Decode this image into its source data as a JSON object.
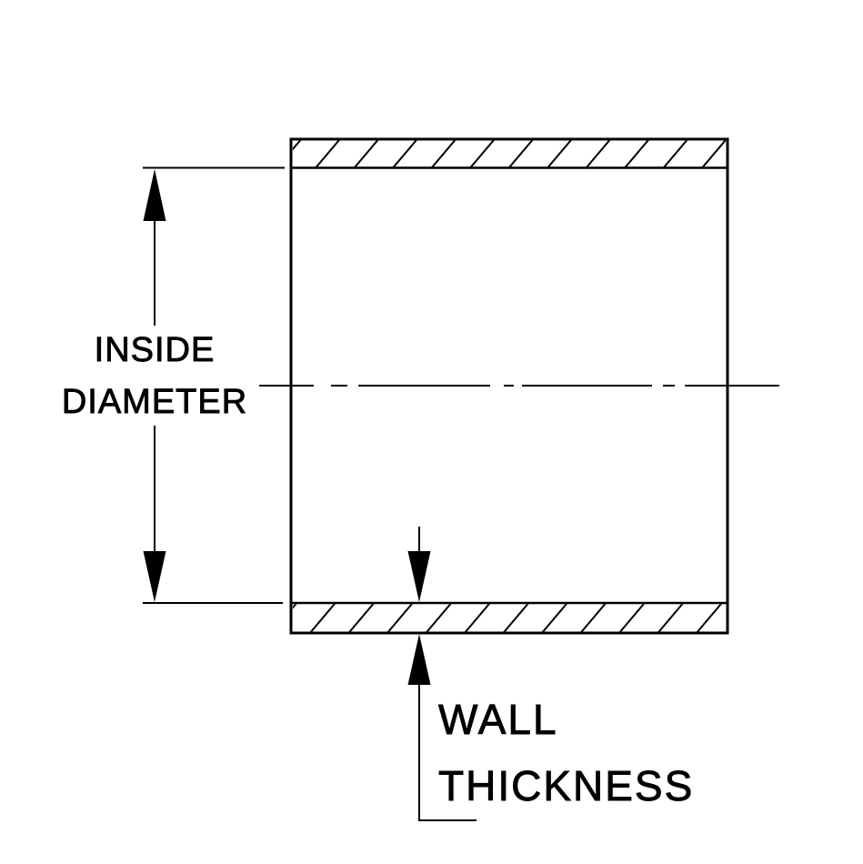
{
  "diagram": {
    "type": "technical-drawing",
    "colors": {
      "line": "#000000",
      "background": "#ffffff"
    },
    "labels": {
      "inside_diameter": {
        "line1": "INSIDE",
        "line2": "DIAMETER"
      },
      "wall_thickness": {
        "line1": "WALL",
        "line2": "THICKNESS"
      }
    }
  }
}
